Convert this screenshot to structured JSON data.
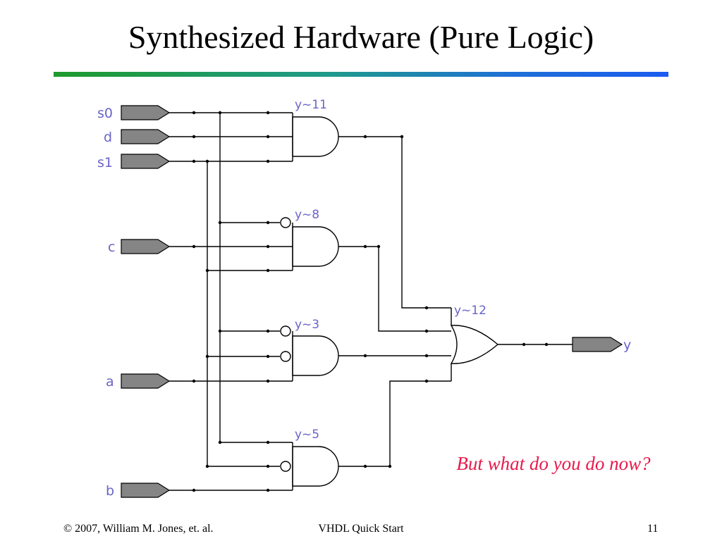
{
  "title": "Synthesized Hardware (Pure Logic)",
  "schematic": {
    "inputs": {
      "s0": "s0",
      "d": "d",
      "s1": "s1",
      "c": "c",
      "a": "a",
      "b": "b"
    },
    "output": "y",
    "gates": {
      "y11": "y~11",
      "y8": "y~8",
      "y3": "y~3",
      "y5": "y~5",
      "y12": "y~12"
    }
  },
  "note": "But what do you do now?",
  "footer": {
    "left": "© 2007, William M. Jones, et. al.",
    "center": "VHDL Quick Start",
    "right": "11"
  }
}
